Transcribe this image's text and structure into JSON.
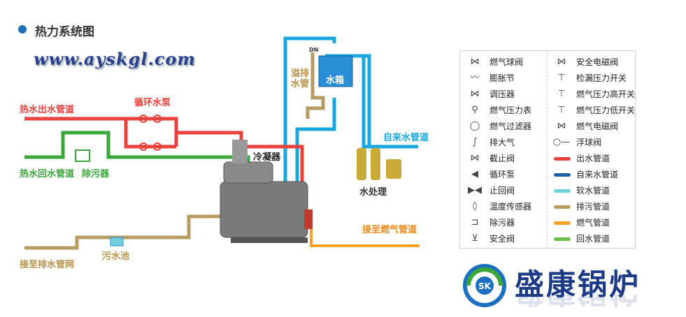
{
  "header": {
    "title": "热力系统图",
    "watermark": "www.ayskgl.com"
  },
  "diagram": {
    "labels": {
      "hot_out": "热水出水管道",
      "circ_pump": "循环水泵",
      "hot_return": "热水回水管道",
      "strainer": "除污器",
      "overflow": "溢排水管",
      "water_tank": "水箱",
      "dn": "DN",
      "condenser": "冷凝器",
      "tap_pipe": "自来水管道",
      "water_treatment": "水处理",
      "gas_pipe": "接至燃气管道",
      "sewage_pool": "污水池",
      "drain_net": "接至排水管网"
    },
    "colors": {
      "outlet": "#e8403c",
      "tap": "#1aa7e0",
      "return": "#3aa73a",
      "drain": "#b89b62",
      "gas": "#f4a425",
      "label_red": "#e8403c",
      "label_green": "#3aa73a",
      "label_blue": "#1aa7e0",
      "label_tan": "#b8914a",
      "label_orange": "#f08a1a"
    }
  },
  "legend": {
    "left": [
      {
        "icon": "gas-ball-valve-icon",
        "glyph": "⋈",
        "label": "燃气球阀"
      },
      {
        "icon": "expansion-joint-icon",
        "glyph": "〰",
        "label": "膨胀节"
      },
      {
        "icon": "pressure-regulator-icon",
        "glyph": "⋈",
        "label": "调压器"
      },
      {
        "icon": "gas-pressure-gauge-icon",
        "glyph": "⚲",
        "label": "燃气压力表"
      },
      {
        "icon": "gas-filter-icon",
        "glyph": "◯",
        "label": "燃气过滤器"
      },
      {
        "icon": "vent-icon",
        "glyph": "∫",
        "label": "排大气"
      },
      {
        "icon": "stop-valve-icon",
        "glyph": "⋈",
        "label": "截止阀"
      },
      {
        "icon": "circulation-pump-icon",
        "glyph": "◀",
        "label": "循环泵"
      },
      {
        "icon": "check-valve-icon",
        "glyph": "▶◀",
        "label": "止回阀"
      },
      {
        "icon": "temperature-sensor-icon",
        "glyph": "◊",
        "label": "温度传感器"
      },
      {
        "icon": "strainer-icon",
        "glyph": "⊐",
        "label": "除污器"
      },
      {
        "icon": "safety-valve-icon",
        "glyph": "⊻",
        "label": "安全阀"
      }
    ],
    "right": [
      {
        "icon": "safety-solenoid-valve-icon",
        "glyph": "⋈",
        "label": "安全电磁阀",
        "color": ""
      },
      {
        "icon": "leak-pressure-switch-icon",
        "glyph": "⊤",
        "label": "检漏压力开关",
        "color": ""
      },
      {
        "icon": "gas-high-pressure-switch-icon",
        "glyph": "⊤",
        "label": "燃气压力高开关",
        "color": ""
      },
      {
        "icon": "gas-low-pressure-switch-icon",
        "glyph": "⊤",
        "label": "燃气压力低开关",
        "color": ""
      },
      {
        "icon": "gas-solenoid-valve-icon",
        "glyph": "⋈",
        "label": "燃气电磁阀",
        "color": ""
      },
      {
        "icon": "float-valve-icon",
        "glyph": "○—",
        "label": "浮球阀",
        "color": ""
      },
      {
        "icon": "",
        "glyph": "",
        "label": "出水管道",
        "color": "#e8403c"
      },
      {
        "icon": "",
        "glyph": "",
        "label": "自来水管道",
        "color": "#1f5fa8"
      },
      {
        "icon": "",
        "glyph": "",
        "label": "软水管道",
        "color": "#6fd0dc"
      },
      {
        "icon": "",
        "glyph": "",
        "label": "排污管道",
        "color": "#b89b62"
      },
      {
        "icon": "",
        "glyph": "",
        "label": "燃气管道",
        "color": "#f4a425"
      },
      {
        "icon": "",
        "glyph": "",
        "label": "回水管道",
        "color": "#6cc04a"
      }
    ]
  },
  "brand": {
    "name": "盛康锅炉",
    "logo_text": "SK"
  }
}
